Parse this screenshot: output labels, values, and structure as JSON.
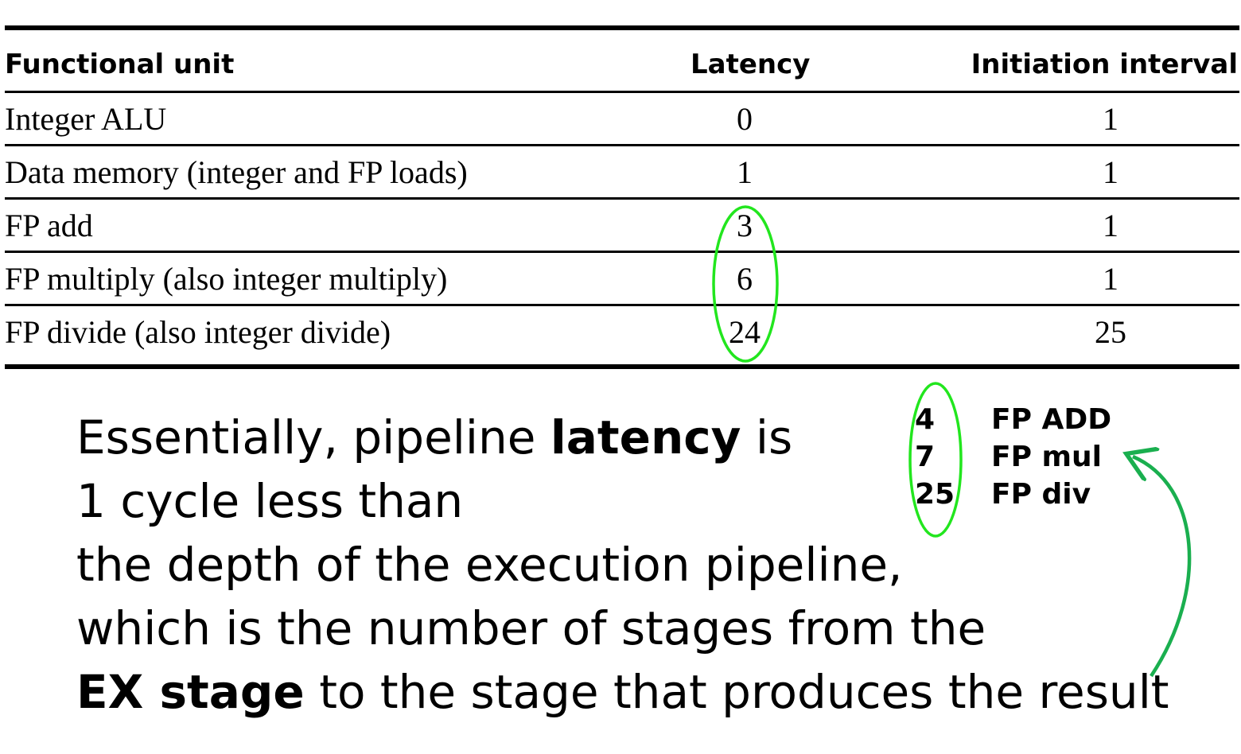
{
  "table": {
    "headers": {
      "unit": "Functional unit",
      "latency": "Latency",
      "interval": "Initiation interval"
    },
    "rows": [
      {
        "unit": "Integer ALU",
        "latency": "0",
        "interval": "1"
      },
      {
        "unit": "Data memory (integer and FP loads)",
        "latency": "1",
        "interval": "1"
      },
      {
        "unit": "FP add",
        "latency": "3",
        "interval": "1"
      },
      {
        "unit": "FP multiply (also integer multiply)",
        "latency": "6",
        "interval": "1"
      },
      {
        "unit": "FP divide (also integer divide)",
        "latency": "24",
        "interval": "25"
      }
    ]
  },
  "paragraph": {
    "l1_a": "Essentially, pipeline ",
    "l1_b": "latency",
    "l1_c": " is",
    "l2": "1 cycle less than",
    "l3": "the depth of the execution pipeline,",
    "l4": "which is the number of stages from the",
    "l5_a": "EX stage",
    "l5_b": " to the stage that produces the result"
  },
  "note": {
    "depths": [
      {
        "value": "4",
        "label": "FP ADD"
      },
      {
        "value": "7",
        "label": "FP mul"
      },
      {
        "value": "25",
        "label": "FP div"
      }
    ]
  },
  "colors": {
    "ellipse": "#22e61e",
    "arrow": "#1aaf4f"
  }
}
